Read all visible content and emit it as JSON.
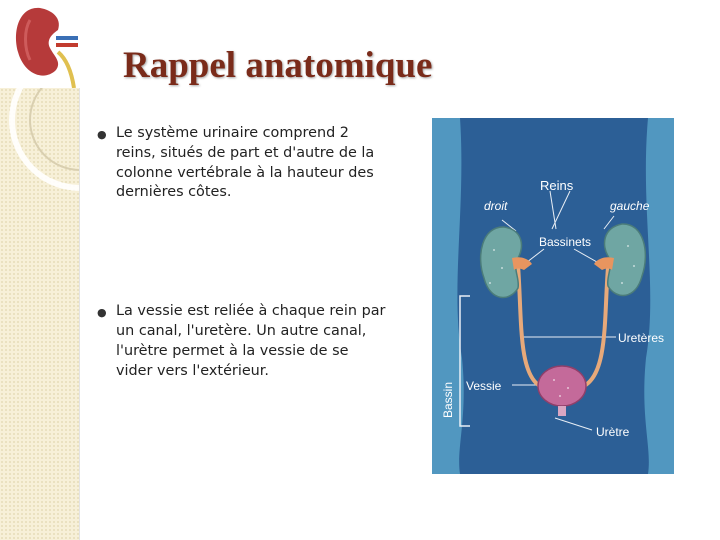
{
  "slide": {
    "title": "Rappel anatomique",
    "bullets": [
      "Le système urinaire comprend 2 reins, situés de part et d'autre de la colonne vertébrale à la hauteur des dernières côtes.",
      "La vessie est reliée à chaque rein par un canal, l'uretère. Un autre canal, l'urètre permet à la vessie de se vider vers l'extérieur."
    ],
    "bullet_icon": "bullet-dot-icon",
    "logo_icon": "kidney-icon"
  },
  "figure": {
    "labels": {
      "reins": "Reins",
      "droit": "droit",
      "gauche": "gauche",
      "bassinets": "Bassinets",
      "ureteres": "Uretères",
      "bassin": "Bassin",
      "vessie": "Vessie",
      "uretre": "Urètre"
    }
  },
  "colors": {
    "title": "#7a2b1a",
    "background_strip": "#f7f0d8",
    "figure_background": "#2c5f96",
    "kidney": "#6fa6a3",
    "pelvis": "#e8955f",
    "bladder": "#c46a9a"
  }
}
